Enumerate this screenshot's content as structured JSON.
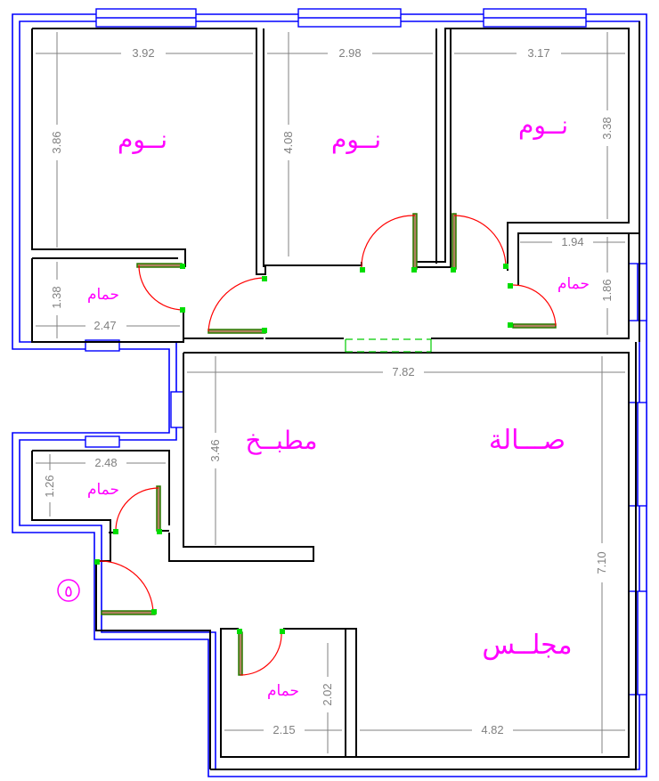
{
  "rooms": {
    "bedroom_1": "نــوم",
    "bedroom_2": "نــوم",
    "bedroom_3": "نــوم",
    "bath_1": "حمام",
    "bath_2": "حمام",
    "bath_3": "حمام",
    "bath_4": "حمام",
    "kitchen": "مطبــخ",
    "hall": "صـــالة",
    "majlis": "مجلــس"
  },
  "dimensions": {
    "bed1_width": "3.92",
    "bed1_height": "3.86",
    "bed2_width": "2.98",
    "bed2_height": "4.08",
    "bed3_width": "3.17",
    "bed3_height": "3.38",
    "bath_left_height": "1.38",
    "bath_left_width": "2.47",
    "bath_right_width": "1.94",
    "bath_right_height": "1.86",
    "hall_width": "7.82",
    "kitchen_height": "3.46",
    "bath_small_width": "2.48",
    "bath_small_height": "1.26",
    "overall_height": "7.10",
    "bath_bottom_height": "2.02",
    "bath_bottom_width": "2.15",
    "majlis_width": "4.82"
  },
  "marker": "٥",
  "colors": {
    "walls": "#000000",
    "outer_line": "#0000ff",
    "room_labels": "#ff00ff",
    "dimensions": "#808080",
    "door_swing": "#ff0000",
    "door_jamb": "#00dd00"
  }
}
